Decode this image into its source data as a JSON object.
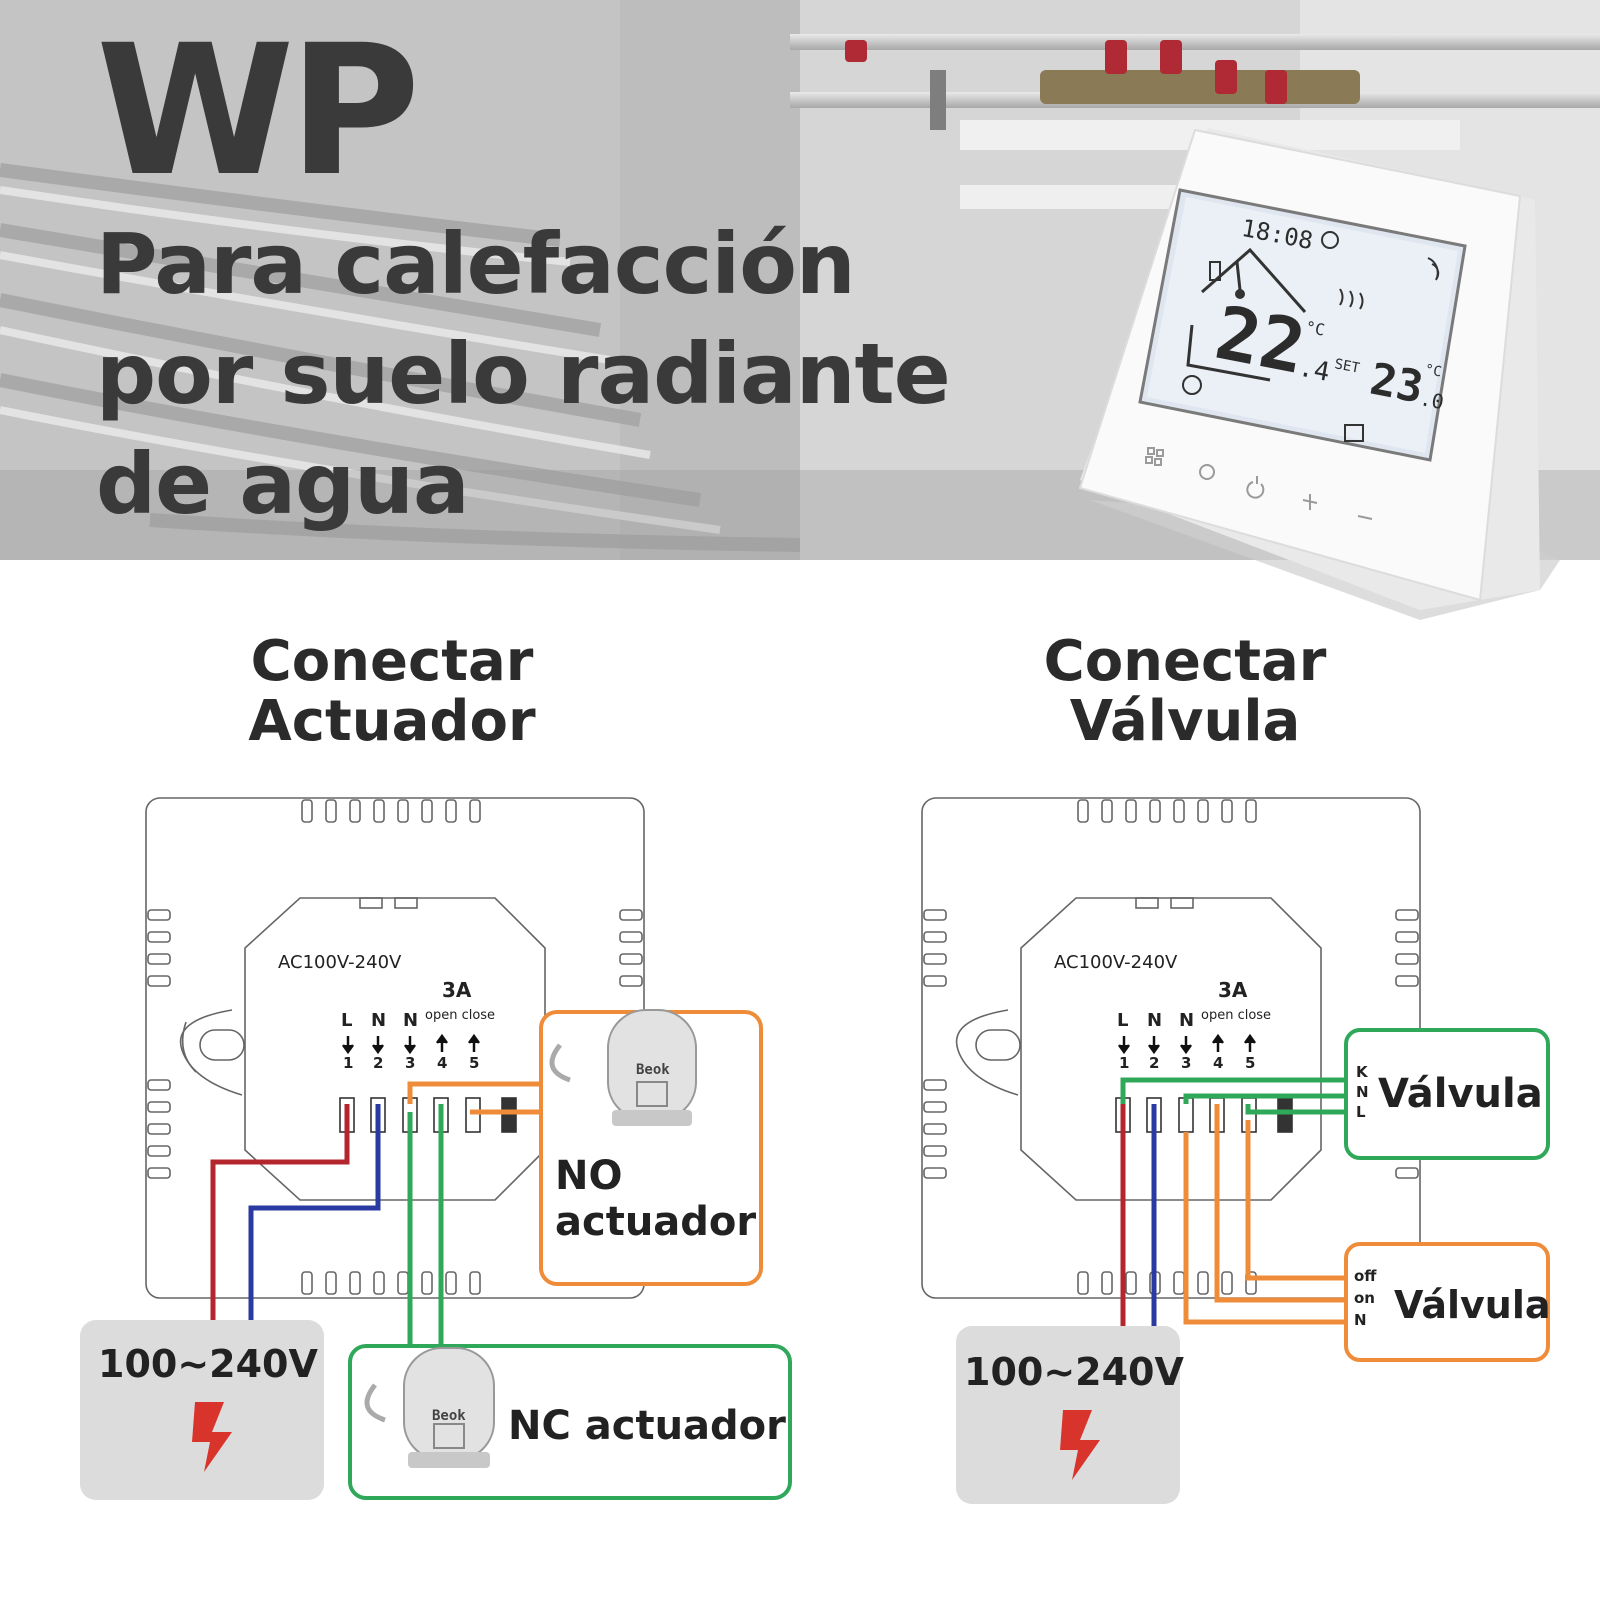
{
  "hero": {
    "brand": "WP",
    "lines": [
      "Para calefacción",
      "por suelo radiante",
      "de agua"
    ]
  },
  "thermostat_display": {
    "clock": "18:08",
    "room_temp": "22",
    "room_temp_decimal": ".4",
    "set_label": "SET",
    "set_temp": "23",
    "set_temp_decimal": ".0",
    "unit": "°C",
    "buttons": [
      "menu-icon",
      "clock-icon",
      "power-icon",
      "plus-icon",
      "minus-icon"
    ]
  },
  "left_diagram": {
    "title_line1": "Conectar",
    "title_line2": "Actuador",
    "voltage": "AC100V-240V",
    "current": "3A",
    "terminals": [
      "L",
      "N",
      "N"
    ],
    "open_close": "open close",
    "numbers": [
      "1",
      "2",
      "3",
      "4",
      "5"
    ],
    "no_label_1": "NO",
    "no_label_2": "actuador",
    "nc_label": "NC actuador",
    "power_label": "100~240V",
    "actuator_brand": "Beok"
  },
  "right_diagram": {
    "title_line1": "Conectar",
    "title_line2": "Válvula",
    "voltage": "AC100V-240V",
    "current": "3A",
    "terminals": [
      "L",
      "N",
      "N"
    ],
    "open_close": "open close",
    "numbers": [
      "1",
      "2",
      "3",
      "4",
      "5"
    ],
    "valve1_pins": [
      "K",
      "N",
      "L"
    ],
    "valve1_label": "Válvula",
    "valve2_pins": [
      "off",
      "on",
      "N"
    ],
    "valve2_label": "Válvula",
    "power_label": "100~240V"
  },
  "colors": {
    "red_wire": "#b3262e",
    "blue_wire": "#2a3aa0",
    "green_wire": "#2fa85a",
    "orange_wire": "#ee8c3a",
    "power_box": "#dcdcdc",
    "bolt": "#d8342c"
  }
}
